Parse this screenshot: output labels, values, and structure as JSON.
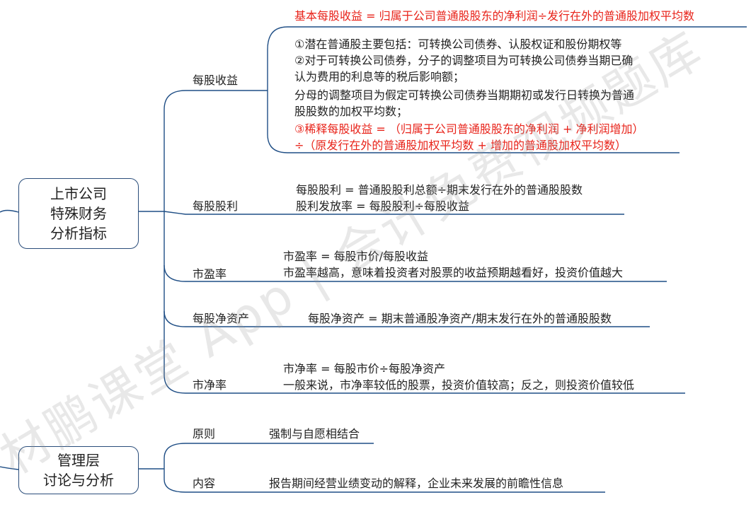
{
  "colors": {
    "line": "#1f4e85",
    "red_text": "#e8231a",
    "node_border": "#2a4d7a"
  },
  "nodes": {
    "listed": [
      "上市公司",
      "特殊财务",
      "分析指标"
    ],
    "mgmt": [
      "管理层",
      "讨论与分析"
    ]
  },
  "branches": {
    "eps": "每股收益",
    "dps": "每股股利",
    "pe": "市盈率",
    "bvps": "每股净资产",
    "pb": "市净率",
    "principle": "原则",
    "content": "内容"
  },
  "eps": {
    "basic": "基本每股收益 = 归属于公司普通股股东的净利润÷发行在外的普通股加权平均数",
    "lines": [
      "①潜在普通股主要包括：可转换公司债券、认股权证和股份期权等",
      "②对于可转换公司债券，分子的调整项目为可转换公司债券当期已确",
      "认为费用的利息等的税后影响额；",
      "分母的调整项目为假定可转换公司债券当期期初或发行日转换为普通",
      "股股数的加权平均数；"
    ],
    "diluted_1": "③稀释每股收益 = （归属于公司普通股股东的净利润 + 净利润增加）",
    "diluted_2": "÷（原发行在外的普通股加权平均数 + 增加的普通股加权平均数）"
  },
  "dps": {
    "line1": "每股股利 = 普通股股利总额÷期末发行在外的普通股股数",
    "line2": "股利发放率 = 每股股利÷每股收益"
  },
  "pe": {
    "line1": "市盈率 = 每股市价/每股收益",
    "line2": "市盈率越高，意味着投资者对股票的收益预期越看好，投资价值越大"
  },
  "bvps": {
    "line1": "每股净资产 = 期末普通股净资产/期末发行在外的普通股股数"
  },
  "pb": {
    "line1": "市净率 = 每股市价÷每股净资产",
    "line2": "一般来说，市净率较低的股票，投资价值较高；反之，则投资价值较低"
  },
  "principle": {
    "line1": "强制与自愿相结合"
  },
  "content": {
    "line1": "报告期间经营业绩变动的解释，企业未来发展的前瞻性信息"
  },
  "watermark": "材鹏课堂 App | 会计免费视频题库"
}
